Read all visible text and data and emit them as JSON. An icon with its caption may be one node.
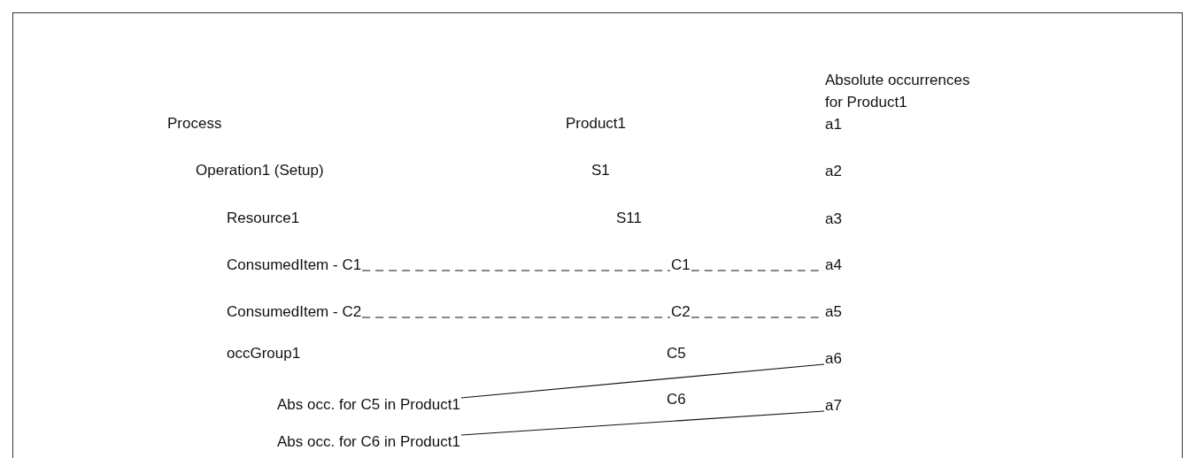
{
  "diagram": {
    "nodes": [
      {
        "text": [
          "Process"
        ]
      },
      {
        "text": [
          "Product1"
        ]
      },
      {
        "text": [
          "a1"
        ]
      },
      {
        "text": [
          "Operation1 (Setup)"
        ]
      },
      {
        "text": [
          "S1"
        ]
      },
      {
        "text": [
          "a2"
        ]
      },
      {
        "text": [
          "Resource1"
        ]
      },
      {
        "text": [
          "S11"
        ]
      },
      {
        "text": [
          "a3"
        ]
      },
      {
        "text": [
          "ConsumedItem - C1"
        ]
      },
      {
        "text": [
          "C1"
        ]
      },
      {
        "text": [
          "a4"
        ]
      },
      {
        "text": [
          "ConsumedItem - C2"
        ]
      },
      {
        "text": [
          "C2"
        ]
      },
      {
        "text": [
          "a5"
        ]
      },
      {
        "text": [
          "occGroup1"
        ]
      },
      {
        "text": [
          "C5"
        ]
      },
      {
        "text": [
          "a6"
        ]
      },
      {
        "text": [
          "Abs occ. for C5 in Product1"
        ]
      },
      {
        "text": [
          "C6"
        ]
      },
      {
        "text": [
          "a7"
        ]
      },
      {
        "text": [
          "Abs occ. for C6 in Product1"
        ]
      }
    ],
    "edges": [
      {
        "from": 9,
        "to": 10,
        "arrow": "none",
        "style": "dashed"
      },
      {
        "from": 10,
        "to": 11,
        "arrow": "none",
        "style": "dashed"
      },
      {
        "from": 12,
        "to": 13,
        "arrow": "none",
        "style": "dashed"
      },
      {
        "from": 13,
        "to": 14,
        "arrow": "none",
        "style": "dashed"
      },
      {
        "from": 18,
        "to": 17,
        "arrow": "none"
      },
      {
        "from": 21,
        "to": 20,
        "arrow": "none"
      }
    ],
    "labels": [
      "Absolute occurrences for Product1"
    ]
  }
}
